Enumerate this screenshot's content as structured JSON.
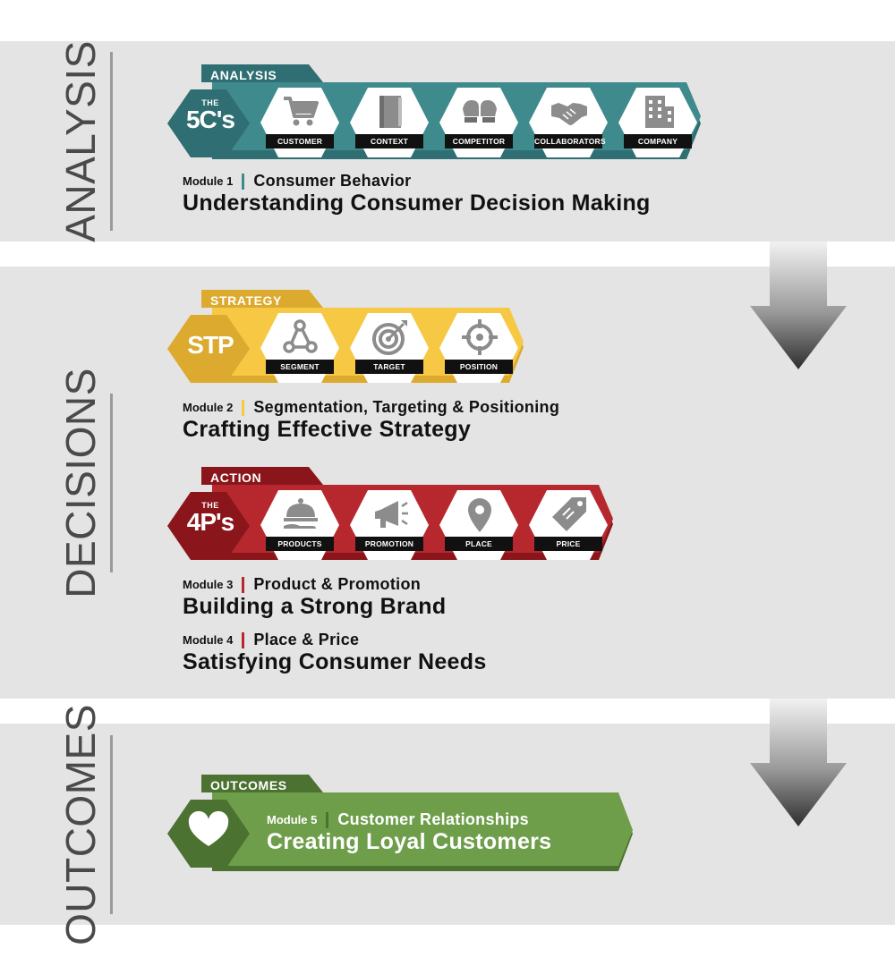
{
  "bands": {
    "analysis": "ANALYSIS",
    "decisions": "DECISIONS",
    "outcomes": "OUTCOMES"
  },
  "colors": {
    "analysis": "#3e8a8d",
    "analysis_dark": "#2f6e72",
    "strategy": "#f6c844",
    "strategy_dark": "#dcaa2e",
    "action": "#b7282e",
    "action_dark": "#8a161b",
    "outcomes": "#6e9e4a",
    "outcomes_dark": "#4b7231",
    "icon_gray": "#8c8c8c"
  },
  "analysis": {
    "tab": "ANALYSIS",
    "badge_the": "THE",
    "badge_big": "5C's",
    "items": [
      {
        "label": "CUSTOMER",
        "icon": "cart-icon"
      },
      {
        "label": "CONTEXT",
        "icon": "book-icon"
      },
      {
        "label": "COMPETITOR",
        "icon": "boxing-gloves-icon"
      },
      {
        "label": "COLLABORATORS",
        "icon": "handshake-icon"
      },
      {
        "label": "COMPANY",
        "icon": "building-icon"
      }
    ],
    "module": {
      "num": "Module 1",
      "sub": "Consumer Behavior",
      "title": "Understanding Consumer Decision Making"
    }
  },
  "strategy": {
    "tab": "STRATEGY",
    "badge_big": "STP",
    "items": [
      {
        "label": "SEGMENT",
        "icon": "network-icon"
      },
      {
        "label": "TARGET",
        "icon": "target-icon"
      },
      {
        "label": "POSITION",
        "icon": "crosshair-icon"
      }
    ],
    "module": {
      "num": "Module 2",
      "sub": "Segmentation, Targeting & Positioning",
      "title": "Crafting Effective Strategy"
    }
  },
  "action": {
    "tab": "ACTION",
    "badge_the": "THE",
    "badge_big": "4P's",
    "items": [
      {
        "label": "PRODUCTS",
        "icon": "cloche-icon"
      },
      {
        "label": "PROMOTION",
        "icon": "megaphone-icon"
      },
      {
        "label": "PLACE",
        "icon": "map-pin-icon"
      },
      {
        "label": "PRICE",
        "icon": "price-tag-icon"
      }
    ],
    "module3": {
      "num": "Module 3",
      "sub": "Product & Promotion",
      "title": "Building a Strong Brand"
    },
    "module4": {
      "num": "Module 4",
      "sub": "Place & Price",
      "title": "Satisfying Consumer Needs"
    }
  },
  "outcomes": {
    "tab": "OUTCOMES",
    "badge_icon": "heart-icon",
    "module": {
      "num": "Module 5",
      "sub": "Customer Relationships",
      "title": "Creating Loyal Customers"
    }
  }
}
